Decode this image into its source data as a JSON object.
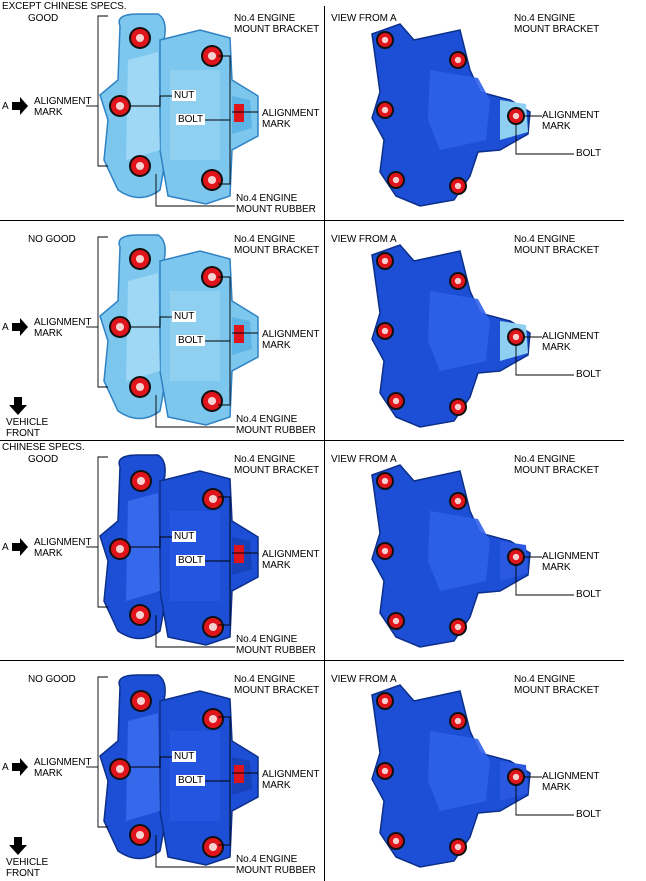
{
  "colors": {
    "body_light": "#7dc7ee",
    "body_dark": "#1c4fd6",
    "mount_red": "#e0141b",
    "line": "#000000"
  },
  "panels": [
    {
      "header": "EXCEPT CHINESE SPECS.",
      "status": "GOOD",
      "view": "VIEW FROM A",
      "a_label": "A",
      "alignment_mark": "ALIGNMENT\nMARK",
      "nut": "NUT",
      "bolt": "BOLT",
      "bracket": "No.4 ENGINE\nMOUNT BRACKET",
      "rubber": "No.4 ENGINE\nMOUNT RUBBER",
      "right_alignment": "ALIGNMENT\nMARK",
      "right_bolt": "BOLT",
      "right_bracket": "No.4 ENGINE\nMOUNT BRACKET",
      "vehicle_front": ""
    },
    {
      "header": "",
      "status": "NO GOOD",
      "view": "VIEW FROM A",
      "a_label": "A",
      "alignment_mark": "ALIGNMENT\nMARK",
      "nut": "NUT",
      "bolt": "BOLT",
      "bracket": "No.4 ENGINE\nMOUNT BRACKET",
      "rubber": "No.4 ENGINE\nMOUNT RUBBER",
      "right_alignment": "ALIGNMENT\nMARK",
      "right_bolt": "BOLT",
      "right_bracket": "No.4 ENGINE\nMOUNT BRACKET",
      "vehicle_front": "VEHICLE\nFRONT"
    },
    {
      "header": "CHINESE SPECS.",
      "status": "GOOD",
      "view": "VIEW FROM A",
      "a_label": "A",
      "alignment_mark": "ALIGNMENT\nMARK",
      "nut": "NUT",
      "bolt": "BOLT",
      "bracket": "No.4 ENGINE\nMOUNT BRACKET",
      "rubber": "No.4 ENGINE\nMOUNT RUBBER",
      "right_alignment": "ALIGNMENT\nMARK",
      "right_bolt": "BOLT",
      "right_bracket": "No.4 ENGINE\nMOUNT BRACKET",
      "vehicle_front": ""
    },
    {
      "header": "",
      "status": "NO GOOD",
      "view": "VIEW FROM A",
      "a_label": "A",
      "alignment_mark": "ALIGNMENT\nMARK",
      "nut": "NUT",
      "bolt": "BOLT",
      "bracket": "No.4 ENGINE\nMOUNT BRACKET",
      "rubber": "No.4 ENGINE\nMOUNT RUBBER",
      "right_alignment": "ALIGNMENT\nMARK",
      "right_bolt": "BOLT",
      "right_bracket": "No.4 ENGINE\nMOUNT BRACKET",
      "vehicle_front": "VEHICLE\nFRONT"
    }
  ]
}
